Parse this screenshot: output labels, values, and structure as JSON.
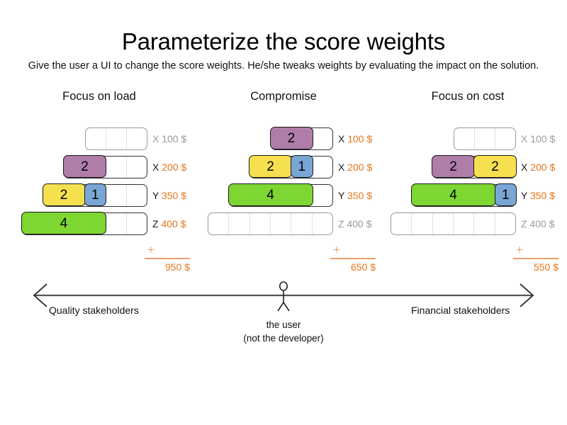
{
  "header": {
    "title": "Parameterize the score weights",
    "subtitle": "Give the user a UI to change the score weights. He/she tweaks weights by evaluating the impact on the solution."
  },
  "colors": {
    "purple": "#b07ca8",
    "yellow": "#f7e04f",
    "blue": "#7aa6d6",
    "green": "#7ed632",
    "cost_orange": "#e8751a",
    "rule_orange": "#efa06a",
    "muted_gray": "#9a9a9a"
  },
  "columns": [
    {
      "title": "Focus on load",
      "total_plus": "+",
      "total": "950 $",
      "rows": [
        {
          "key": "X",
          "cost": "100 $",
          "muted": true,
          "segments": 3,
          "blocks": []
        },
        {
          "key": "X",
          "cost": "200 $",
          "muted": false,
          "segments": 4,
          "blocks": [
            {
              "value": "2",
              "color": "purple",
              "units": 2
            }
          ]
        },
        {
          "key": "Y",
          "cost": "350 $",
          "muted": false,
          "segments": 5,
          "blocks": [
            {
              "value": "2",
              "color": "yellow",
              "units": 2
            },
            {
              "value": "1",
              "color": "blue",
              "units": 1
            }
          ]
        },
        {
          "key": "Z",
          "cost": "400 $",
          "muted": false,
          "segments": 6,
          "blocks": [
            {
              "value": "4",
              "color": "green",
              "units": 4
            }
          ]
        }
      ]
    },
    {
      "title": "Compromise",
      "total_plus": "+",
      "total": "650 $",
      "rows": [
        {
          "key": "X",
          "cost": "100 $",
          "muted": false,
          "segments": 3,
          "blocks": [
            {
              "value": "2",
              "color": "purple",
              "units": 2
            }
          ]
        },
        {
          "key": "X",
          "cost": "200 $",
          "muted": false,
          "segments": 4,
          "blocks": [
            {
              "value": "2",
              "color": "yellow",
              "units": 2
            },
            {
              "value": "1",
              "color": "blue",
              "units": 1
            }
          ]
        },
        {
          "key": "Y",
          "cost": "350 $",
          "muted": false,
          "segments": 5,
          "blocks": [
            {
              "value": "4",
              "color": "green",
              "units": 4
            }
          ]
        },
        {
          "key": "Z",
          "cost": "400 $",
          "muted": true,
          "segments": 6,
          "blocks": []
        }
      ]
    },
    {
      "title": "Focus on cost",
      "total_plus": "+",
      "total": "550 $",
      "rows": [
        {
          "key": "X",
          "cost": "100 $",
          "muted": true,
          "segments": 3,
          "blocks": []
        },
        {
          "key": "X",
          "cost": "200 $",
          "muted": false,
          "segments": 4,
          "blocks": [
            {
              "value": "2",
              "color": "purple",
              "units": 2
            },
            {
              "value": "2",
              "color": "yellow",
              "units": 2
            }
          ]
        },
        {
          "key": "Y",
          "cost": "350 $",
          "muted": false,
          "segments": 5,
          "blocks": [
            {
              "value": "4",
              "color": "green",
              "units": 4
            },
            {
              "value": "1",
              "color": "blue",
              "units": 1
            }
          ]
        },
        {
          "key": "Z",
          "cost": "400 $",
          "muted": true,
          "segments": 6,
          "blocks": []
        }
      ]
    }
  ],
  "axis": {
    "left_label": "Quality stakeholders",
    "right_label": "Financial stakeholders",
    "user_caption_line1": "the user",
    "user_caption_line2": "(not the developer)",
    "figure_name": "stick-figure-user-icon"
  }
}
